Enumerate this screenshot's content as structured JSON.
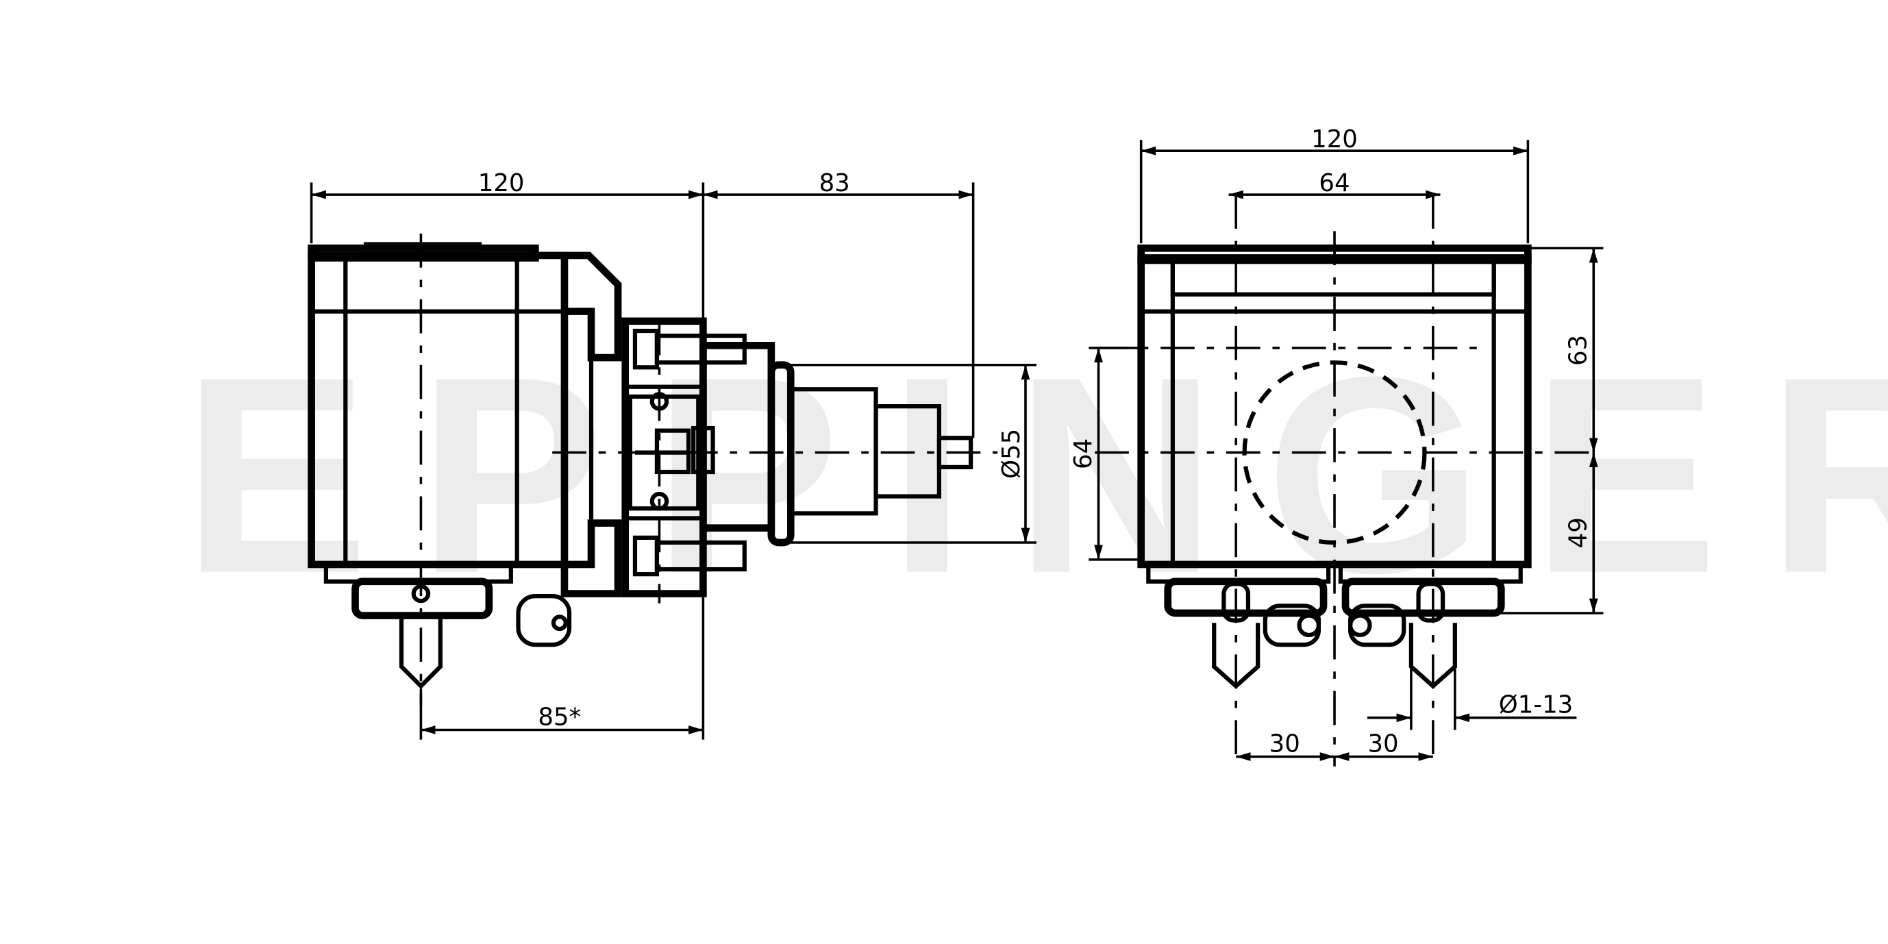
{
  "watermark": "EPPINGER",
  "side_view": {
    "dim_width": "120",
    "dim_spindle": "83",
    "dim_diameter": "Ø55",
    "dim_center": "85*"
  },
  "front_view": {
    "dim_width": "120",
    "dim_pitch": "64",
    "dim_height_left": "64",
    "dim_height_top": "63",
    "dim_height_bottom": "49",
    "dim_coolant": "Ø1-13",
    "dim_offset_left": "30",
    "dim_offset_right": "30"
  }
}
